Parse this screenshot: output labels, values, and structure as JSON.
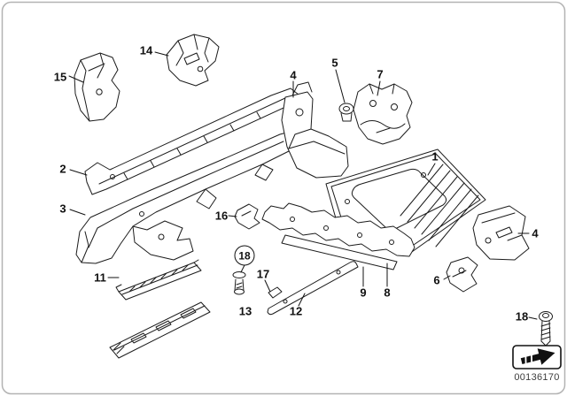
{
  "diagram": {
    "doc_number": "00136170"
  },
  "labels": [
    {
      "text": "15"
    },
    {
      "text": "14"
    },
    {
      "text": "4"
    },
    {
      "text": "5"
    },
    {
      "text": "7"
    },
    {
      "text": "1"
    },
    {
      "text": "2"
    },
    {
      "text": "3"
    },
    {
      "text": "16"
    },
    {
      "text": "18"
    },
    {
      "text": "17"
    },
    {
      "text": "11"
    },
    {
      "text": "13"
    },
    {
      "text": "12"
    },
    {
      "text": "9"
    },
    {
      "text": "8"
    },
    {
      "text": "4"
    },
    {
      "text": "6"
    },
    {
      "text": "18"
    }
  ],
  "icons": {
    "direction_arrow": "forward-direction-arrow",
    "fastener": "screw"
  },
  "colors": {
    "line": "#1c1c1c",
    "background": "#ffffff",
    "border": "#b3b3b3"
  }
}
